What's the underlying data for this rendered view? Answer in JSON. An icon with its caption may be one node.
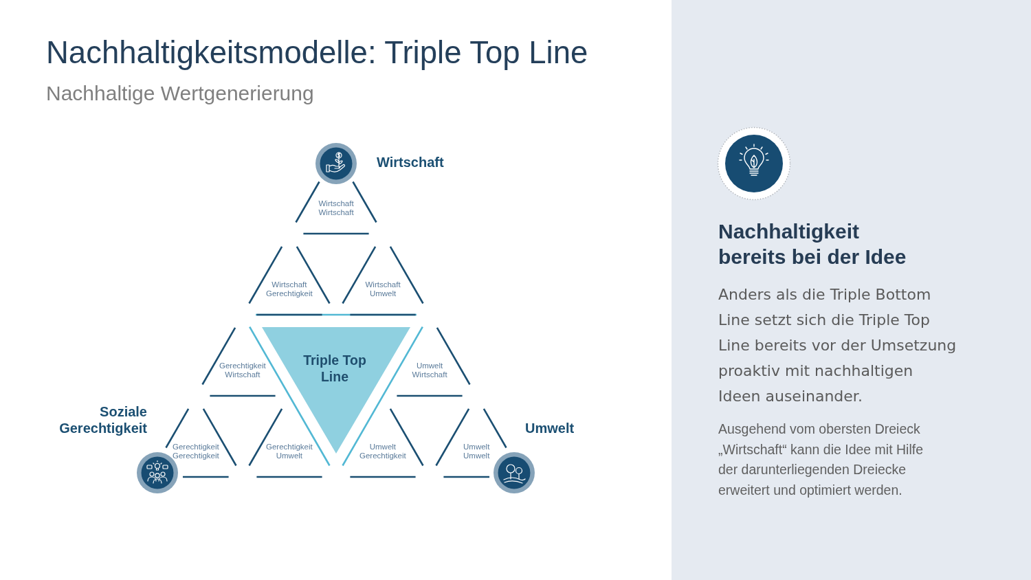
{
  "diagram": {
    "title": "Nachhaltigkeitsmodelle: Triple Top Line",
    "nodes": [
      {
        "text": [
          "Wirtschaft Wirtschaft"
        ],
        "beside": [
          "Wirtschaft"
        ]
      },
      {
        "text": [
          "Wirtschaft Gerechtigkeit"
        ]
      },
      {
        "text": [
          "Wirtschaft Umwelt"
        ]
      },
      {
        "text": [
          "Gerechtigkeit Wirtschaft"
        ]
      },
      {
        "text": [
          "Triple Top Line"
        ]
      },
      {
        "text": [
          "Umwelt Wirtschaft"
        ]
      },
      {
        "text": [
          "Gerechtigkeit Gerechtigkeit"
        ],
        "beside": [
          "Soziale Gerechtigkeit"
        ]
      },
      {
        "text": [
          "Gerechtigkeit Umwelt"
        ]
      },
      {
        "text": [
          "Umwelt Gerechtigkeit"
        ]
      },
      {
        "text": [
          "Umwelt Umwelt"
        ],
        "beside": [
          "Umwelt"
        ]
      }
    ],
    "labels": [
      "Nachhaltige Wertgenerierung",
      "Nachhaltigkeit bereits bei der Idee",
      "Anders als die Triple Bottom Line setzt sich die Triple Top Line bereits vor der Umsetzung proaktiv mit nachhaltigen Ideen auseinander.",
      "Ausgehend vom obersten Dreieck „Wirtschaft“ kann die Idee mit Hilfe der darunterliegenden Dreiecke erweitert und optimiert werden."
    ]
  }
}
